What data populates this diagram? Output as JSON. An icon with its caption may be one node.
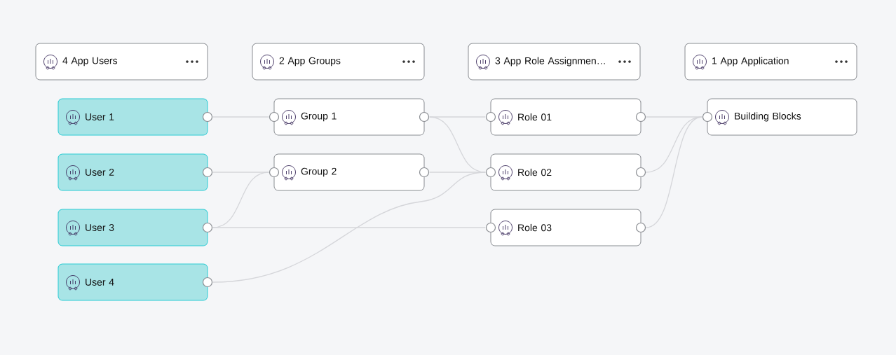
{
  "diagram": {
    "nodes": [
      {
        "text": [
          "4 App Users"
        ]
      },
      {
        "text": [
          "2 App Groups"
        ]
      },
      {
        "text": [
          "3 App Role Assignmen…"
        ]
      },
      {
        "text": [
          "1 App Application"
        ]
      },
      {
        "text": [
          "User 1"
        ]
      },
      {
        "text": [
          "User 2"
        ]
      },
      {
        "text": [
          "User 3"
        ]
      },
      {
        "text": [
          "User 4"
        ]
      },
      {
        "text": [
          "Group 1"
        ]
      },
      {
        "text": [
          "Group 2"
        ]
      },
      {
        "text": [
          "Role 01"
        ]
      },
      {
        "text": [
          "Role 02"
        ]
      },
      {
        "text": [
          "Role 03"
        ]
      },
      {
        "text": [
          "Building Blocks"
        ]
      }
    ],
    "edges": [
      {
        "from": 4,
        "to": 8,
        "arrow": "none"
      },
      {
        "from": 5,
        "to": 9,
        "arrow": "none"
      },
      {
        "from": 6,
        "to": 9,
        "arrow": "none"
      },
      {
        "from": 6,
        "to": 12,
        "arrow": "none"
      },
      {
        "from": 7,
        "to": 11,
        "arrow": "none"
      },
      {
        "from": 8,
        "to": 10,
        "arrow": "none"
      },
      {
        "from": 8,
        "to": 11,
        "arrow": "none"
      },
      {
        "from": 9,
        "to": 11,
        "arrow": "none"
      },
      {
        "from": 10,
        "to": 13,
        "arrow": "none"
      },
      {
        "from": 11,
        "to": 13,
        "arrow": "none"
      },
      {
        "from": 12,
        "to": 13,
        "arrow": "none"
      }
    ]
  }
}
